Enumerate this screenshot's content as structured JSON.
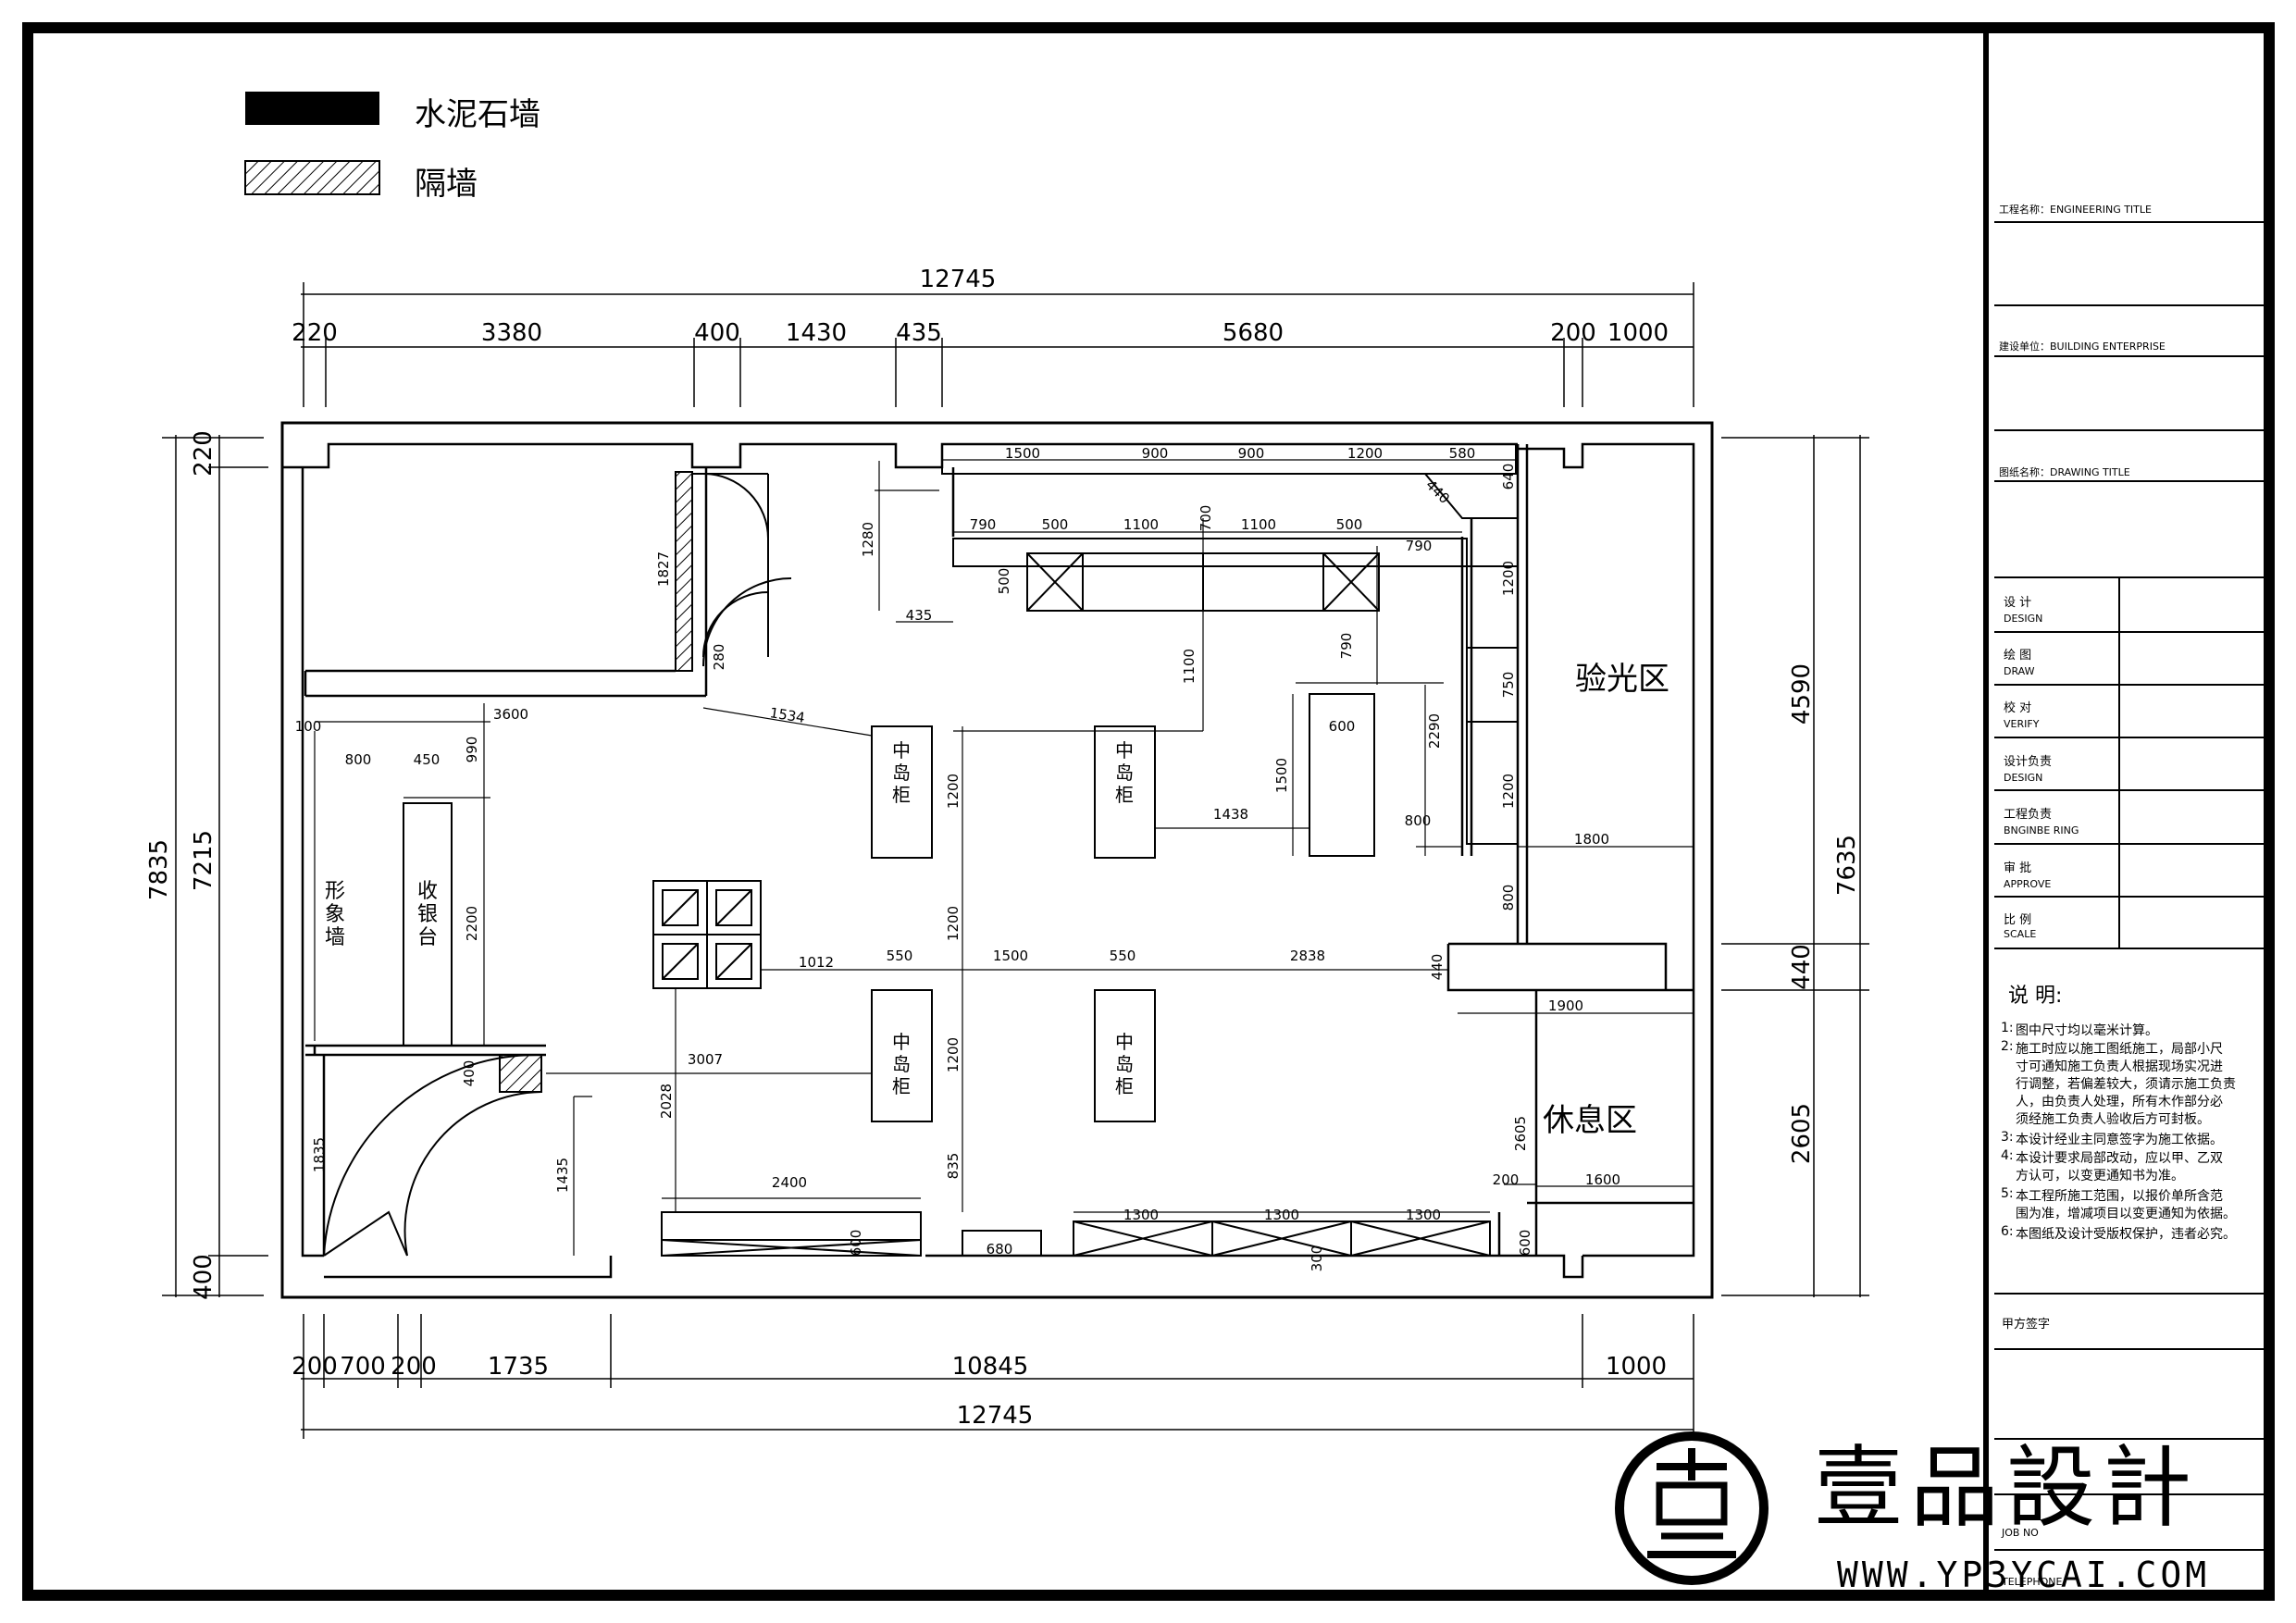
{
  "legend": {
    "concrete_wall": "水泥石墙",
    "partition_wall": "隔墙"
  },
  "zones": {
    "inspection": "验光区",
    "rest": "休息区",
    "image_wall": [
      "形",
      "象",
      "墙"
    ],
    "cashier": [
      "收",
      "银",
      "台"
    ],
    "island": [
      "中",
      "岛",
      "柜"
    ]
  },
  "dimensions": {
    "top_total": "12745",
    "top_parts": [
      "220",
      "3380",
      "400",
      "1430",
      "435",
      "5680",
      "200",
      "1000"
    ],
    "bottom_total": "12745",
    "bottom_parts": [
      "200",
      "700",
      "200",
      "1735",
      "10845",
      "1000"
    ],
    "left_outer": "7835",
    "left_inner": "7215",
    "left_top": "220",
    "left_bottom": "400",
    "right_top": "4590",
    "right_total": "7635",
    "right_mid": "440",
    "right_bottom": "2605",
    "interior": {
      "d1500": "1500",
      "d900a": "900",
      "d900b": "900",
      "d1200a": "1200",
      "d580": "580",
      "d640": "640",
      "d440a": "440",
      "d790a": "790",
      "d500a": "500",
      "d1100a": "1100",
      "d700": "700",
      "d1100b": "1100",
      "d500b": "500",
      "d790b": "790",
      "d1280": "1280",
      "d435": "435",
      "d500c": "500",
      "d1827": "1827",
      "d280": "280",
      "d1200b": "1200",
      "d1100c": "1100",
      "d790c": "790",
      "d750": "750",
      "d3600": "3600",
      "d1534": "1534",
      "d100": "100",
      "d800a": "800",
      "d450": "450",
      "d990": "990",
      "d600a": "600",
      "d2290": "2290",
      "d1200c": "1200",
      "d1500b": "1500",
      "d1438": "1438",
      "d800b": "800",
      "d1800": "1800",
      "d1200d": "1200",
      "d2200": "2200",
      "d800c": "800",
      "d1200e": "1200",
      "d1012": "1012",
      "d550a": "550",
      "d1500c": "1500",
      "d550b": "550",
      "d2838": "2838",
      "d440b": "440",
      "d1900": "1900",
      "d3007": "3007",
      "d400": "400",
      "d1200f": "1200",
      "d2028": "2028",
      "d1835": "1835",
      "d1435": "1435",
      "d835": "835",
      "d2605": "2605",
      "d2400": "2400",
      "d200": "200",
      "d1600": "1600",
      "d1300a": "1300",
      "d1300b": "1300",
      "d1300c": "1300",
      "d600b": "600",
      "d680": "680",
      "d300": "300",
      "d600c": "600"
    }
  },
  "title_block": {
    "engineering_title": "工程名称：ENGINEERING TITLE",
    "building_enterprise": "建设单位：BUILDING  ENTERPRISE",
    "drawing_title": "图纸名称：DRAWING  TITLE",
    "rows": [
      {
        "cn": "设 计",
        "en": "DESIGN"
      },
      {
        "cn": "绘 图",
        "en": "DRAW"
      },
      {
        "cn": "校 对",
        "en": "VERIFY"
      },
      {
        "cn": "设计负责",
        "en": "DESIGN"
      },
      {
        "cn": "工程负责",
        "en": "BNGINBE RING"
      },
      {
        "cn": "审 批",
        "en": "APPROVE"
      },
      {
        "cn": "比 例",
        "en": "SCALE"
      }
    ],
    "notes_heading": "说  明:",
    "notes": [
      {
        "num": "1:",
        "lines": [
          "图中尺寸均以毫米计算。"
        ]
      },
      {
        "num": "2:",
        "lines": [
          "施工时应以施工图纸施工，局部小尺",
          "寸可通知施工负责人根据现场实况进",
          "行调整，若偏差较大，须请示施工负责",
          "人，由负责人处理，所有木作部分必",
          "须经施工负责人验收后方可封板。"
        ]
      },
      {
        "num": "3:",
        "lines": [
          "本设计经业主同意签字为施工依据。"
        ]
      },
      {
        "num": "4:",
        "lines": [
          "本设计要求局部改动，应以甲、乙双",
          "方认可，以变更通知书为准。"
        ]
      },
      {
        "num": "5:",
        "lines": [
          "本工程所施工范围，以报价单所含范",
          "围为准，增减项目以变更通知为依据。"
        ]
      },
      {
        "num": "6:",
        "lines": [
          "本图纸及设计受版权保护，违者必究。"
        ]
      }
    ],
    "client_sign": "甲方签字",
    "job_no": "JOB  NO",
    "telephone": "TELEPHONE"
  },
  "logo": {
    "brand": "壹品設計",
    "url": "WWW.YP3YCAI.COM"
  }
}
